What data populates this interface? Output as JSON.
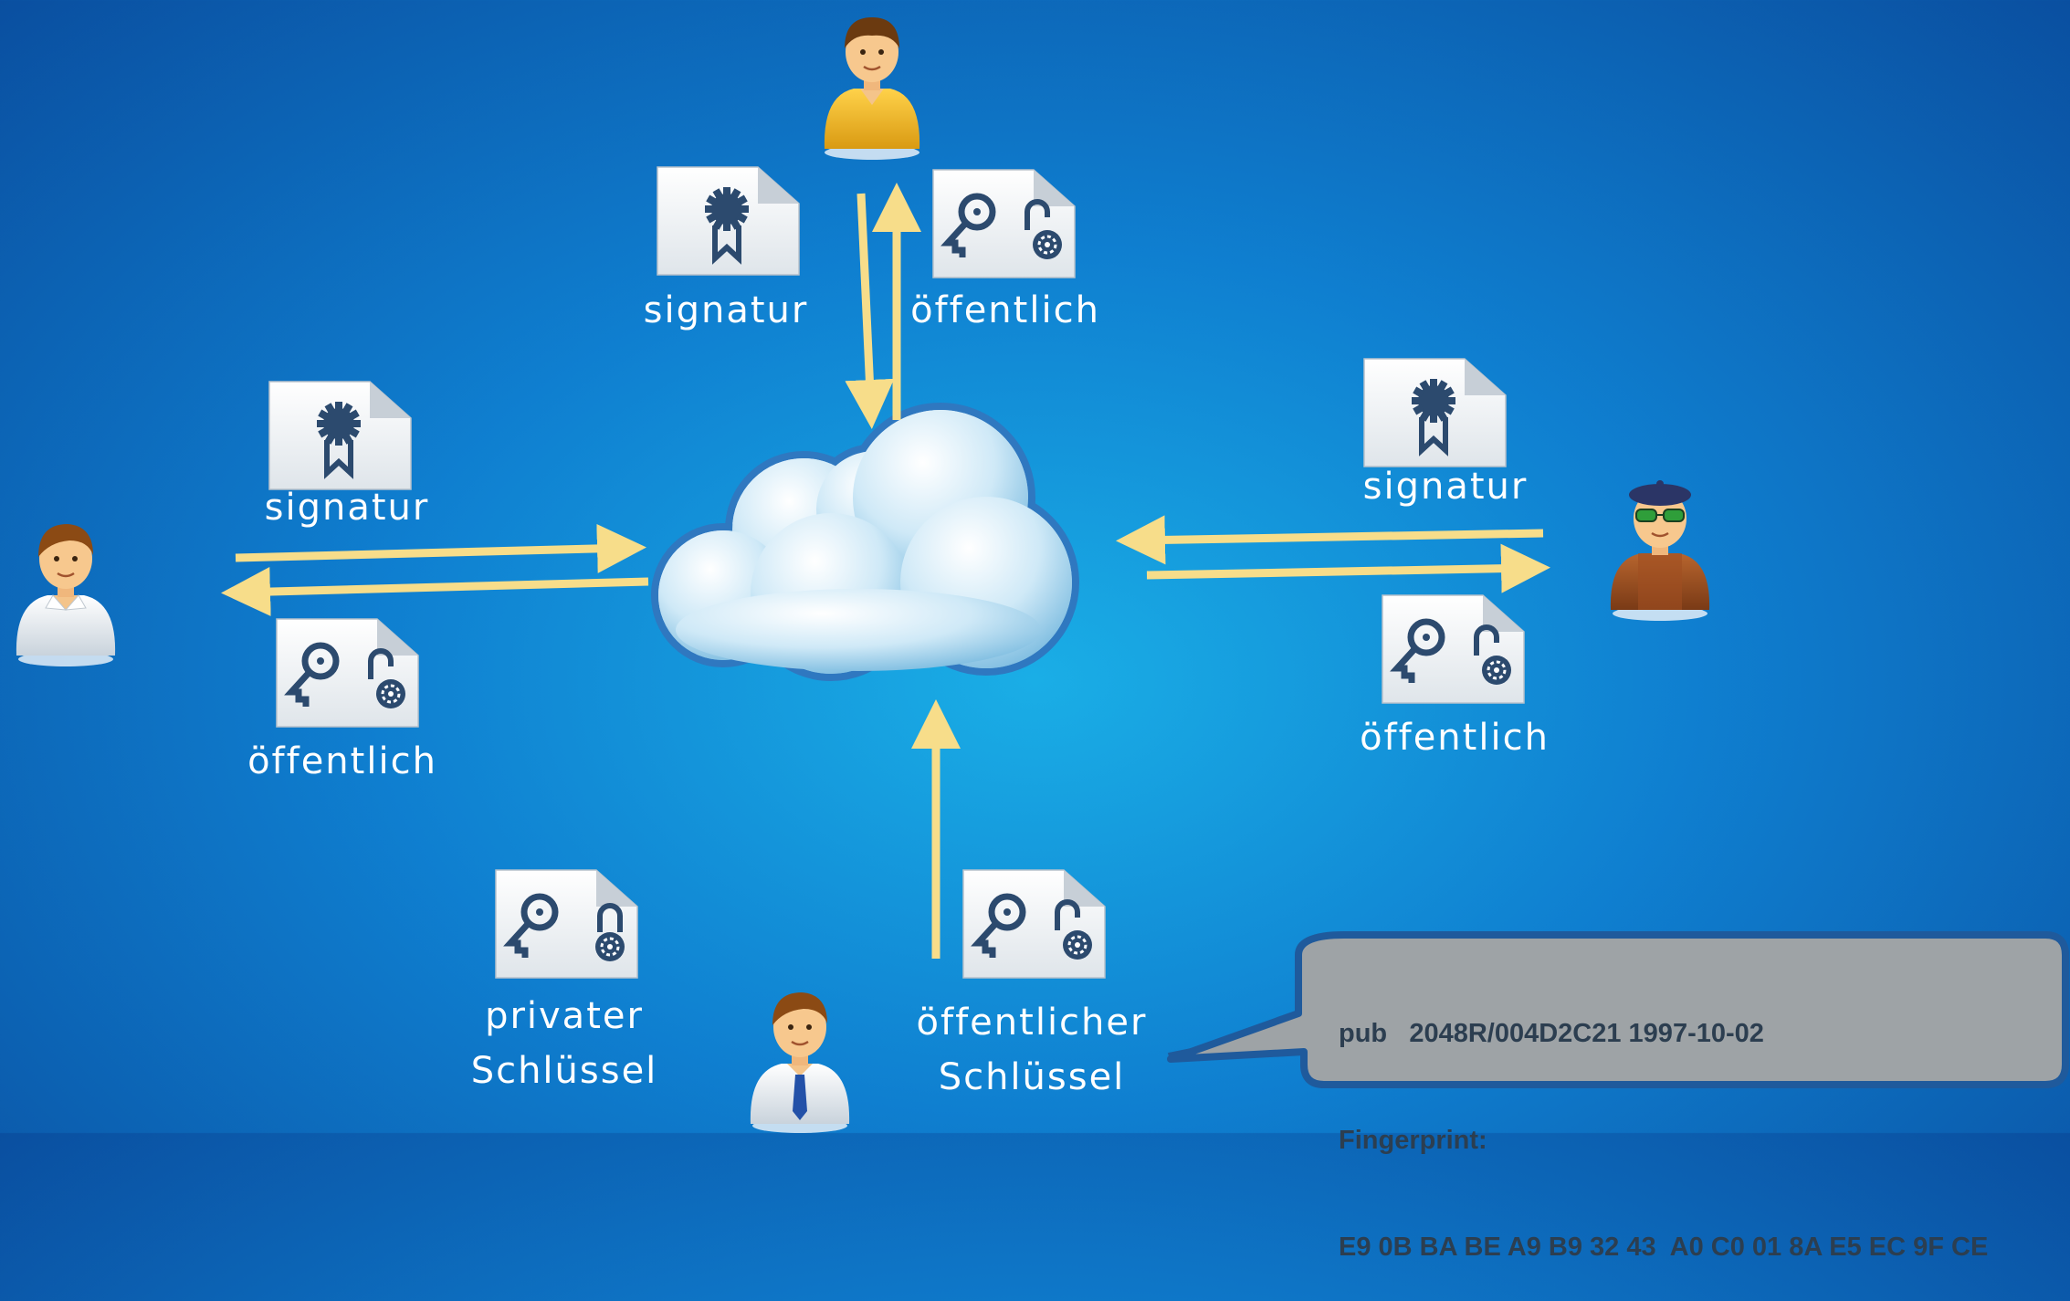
{
  "labels": {
    "top_signatur": "signatur",
    "top_oeffentlich": "öffentlich",
    "left_signatur": "signatur",
    "left_oeffentlich": "öffentlich",
    "right_signatur": "signatur",
    "right_oeffentlich": "öffentlich",
    "bottom_private_line1": "privater",
    "bottom_private_line2": "Schlüssel",
    "bottom_public_line1": "öffentlicher",
    "bottom_public_line2": "Schlüssel"
  },
  "key_info": {
    "pub_label": "pub",
    "pub_value": "2048R/004D2C21 1997-10-02",
    "fingerprint_label": "Fingerprint:",
    "fingerprint_value": "E9 0B BA BE A9 B9 32 43  A0 C0 01 8A E5 EC 9F CE"
  },
  "colors": {
    "arrow": "#f7dd8a",
    "doc_icon": "#2c4a6e",
    "bubble_fill": "#9ea3a6",
    "bubble_stroke": "#1f5a9c"
  },
  "icons": [
    "person-icon",
    "cloud-icon",
    "signature-document-icon",
    "public-key-document-icon",
    "private-key-document-icon"
  ]
}
